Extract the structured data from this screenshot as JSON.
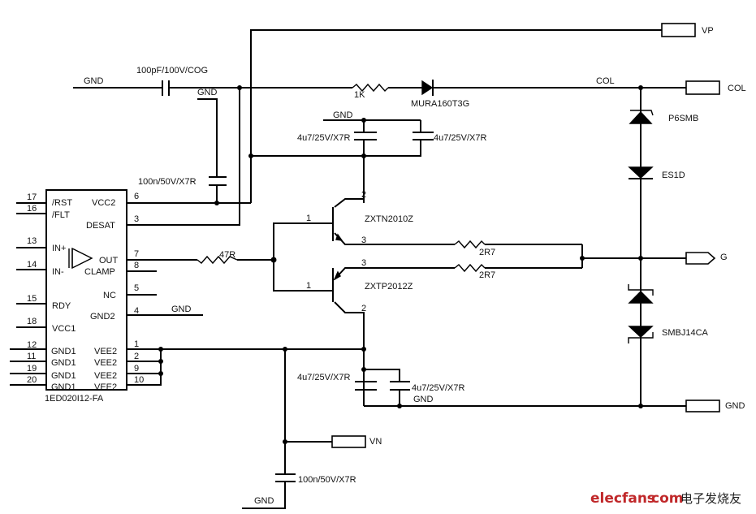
{
  "ic": {
    "part_number": "1ED020I12-FA",
    "left_pins": [
      {
        "num": "17",
        "name": "/RST"
      },
      {
        "num": "16",
        "name": "/FLT"
      },
      {
        "num": "13",
        "name": "IN+"
      },
      {
        "num": "14",
        "name": "IN-"
      },
      {
        "num": "15",
        "name": "RDY"
      },
      {
        "num": "18",
        "name": "VCC1"
      },
      {
        "num": "12",
        "name": "GND1"
      },
      {
        "num": "11",
        "name": "GND1"
      },
      {
        "num": "19",
        "name": "GND1"
      },
      {
        "num": "20",
        "name": "GND1"
      }
    ],
    "right_pins": [
      {
        "num": "6",
        "name": "VCC2"
      },
      {
        "num": "3",
        "name": "DESAT"
      },
      {
        "num": "7",
        "name": "OUT"
      },
      {
        "num": "8",
        "name": "CLAMP"
      },
      {
        "num": "5",
        "name": "NC"
      },
      {
        "num": "4",
        "name": "GND2"
      },
      {
        "num": "1",
        "name": "VEE2"
      },
      {
        "num": "2",
        "name": "VEE2"
      },
      {
        "num": "9",
        "name": "VEE2"
      },
      {
        "num": "10",
        "name": "VEE2"
      }
    ]
  },
  "components": {
    "c_desat": "100pF/100V/COG",
    "c_vcc2": "100n/50V/X7R",
    "r_desat": "1K",
    "d_desat": "MURA160T3G",
    "c_top_left": "4u7/25V/X7R",
    "c_top_right": "4u7/25V/X7R",
    "c_bot_left": "4u7/25V/X7R",
    "c_bot_right": "4u7/25V/X7R",
    "c_vn": "100n/50V/X7R",
    "r_gate": "47R",
    "q_npn": "ZXTN2010Z",
    "q_pnp": "ZXTP2012Z",
    "r_npn": "2R7",
    "r_pnp": "2R7",
    "d_p6smb": "P6SMB",
    "d_es1d": "ES1D",
    "d_smbj": "SMBJ14CA"
  },
  "pins": {
    "npn_base": "1",
    "npn_collector": "2",
    "npn_emitter": "3",
    "pnp_base": "1",
    "pnp_emitter": "3",
    "pnp_collector": "2"
  },
  "nets": {
    "gnd_desat": "GND",
    "gnd_c100n": "GND",
    "gnd_caps_top": "GND",
    "gnd_pin4": "GND",
    "gnd_caps_bot": "GND",
    "gnd_vn": "GND",
    "col_wire": "COL"
  },
  "ports": {
    "vp": "VP",
    "col": "COL",
    "g": "G",
    "gnd": "GND",
    "vn": "VN"
  },
  "watermark": {
    "brand": "elecfans",
    "dot": "·",
    "tld": "com",
    "cn": "电子发烧友"
  }
}
